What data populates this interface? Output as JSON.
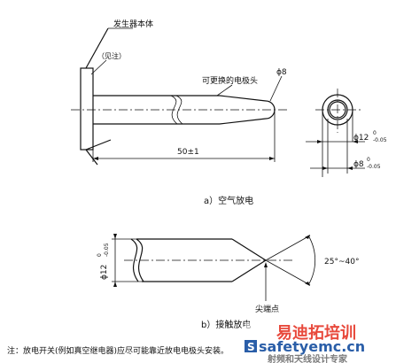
{
  "figure_a": {
    "label_generator_body": "发生器本体",
    "label_see_note": "（见注）",
    "label_replaceable_tip": "可更换的电极头",
    "dim_tip_diameter": "ϕ8",
    "dim_length": "50±1",
    "dim_d12": "ϕ12",
    "dim_d12_tol": "0",
    "dim_d12_tol2": "-0.05",
    "dim_d8": "ϕ8",
    "dim_d8_tol": "0",
    "dim_d8_tol2": "-0.05",
    "caption": "a）空气放电"
  },
  "figure_b": {
    "dim_d12": "ϕ12",
    "dim_d12_tol": "0",
    "dim_d12_tol2": "-0.05",
    "angle": "25°~40°",
    "label_point": "尖端点",
    "caption": "b）接触放电"
  },
  "note": "注：放电开关(例如真空继电器)应尽可能靠近放电电极头安装。",
  "watermark": {
    "brand_cn": "易迪拓培训",
    "site": "safetyemc.cn",
    "slogan": "射频和天线设计专家"
  },
  "colors": {
    "watermark_red": "#e8493c",
    "watermark_blue": "#2a5ea8"
  }
}
